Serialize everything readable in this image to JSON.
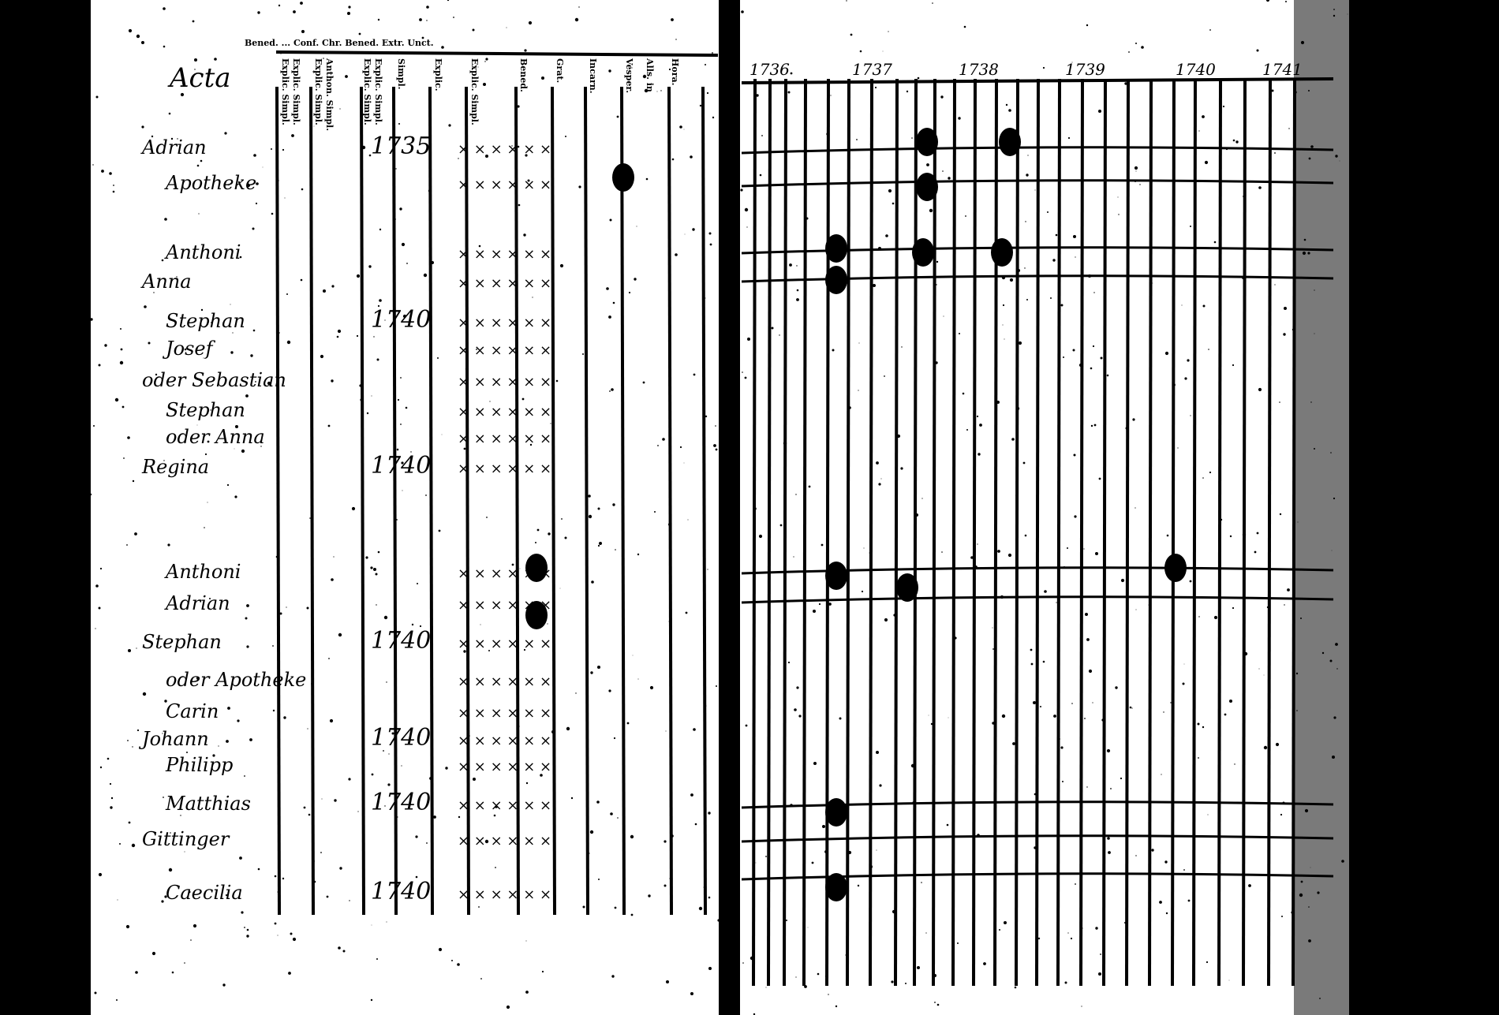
{
  "document": {
    "title_word": "Acta",
    "left_header": "Bened. ... Conf. Chr. Bened. Extr. Unct.",
    "left_column_headers": [
      "Explic. Simpl.",
      "Explic. Simpl.",
      "Explic. Simpl.",
      "Anthon. Simpl.",
      "Explic. Simpl.",
      "Explic. Simpl.",
      "Simpl.",
      "Explic.",
      "Explic. Simpl.",
      "Bened.",
      "Grat.",
      "Incarn.",
      "Vesper.",
      "Alls. in",
      "Hora."
    ],
    "right_header": [
      "1736",
      "1737",
      "1738",
      "1739",
      "1740",
      "1741"
    ],
    "entries": [
      {
        "name": "Adrian",
        "value": "1735"
      },
      {
        "name": "Apotheke",
        "value": ""
      },
      {
        "name": "Anthoni",
        "value": ""
      },
      {
        "name": "Anna",
        "value": ""
      },
      {
        "name": "Stephan",
        "value": "1740"
      },
      {
        "name": "Josef",
        "value": ""
      },
      {
        "name": "oder Sebastian",
        "value": ""
      },
      {
        "name": "Stephan",
        "value": ""
      },
      {
        "name": "oder Anna",
        "value": ""
      },
      {
        "name": "Regina",
        "value": "1740"
      },
      {
        "name": "Anthoni",
        "value": ""
      },
      {
        "name": "Adrian",
        "value": ""
      },
      {
        "name": "Stephan",
        "value": "1740"
      },
      {
        "name": "oder Apotheke",
        "value": ""
      },
      {
        "name": "Carin",
        "value": ""
      },
      {
        "name": "Johann",
        "value": "1740"
      },
      {
        "name": "Philipp",
        "value": ""
      },
      {
        "name": "Matthias",
        "value": "1740"
      },
      {
        "name": "Gittinger",
        "value": ""
      },
      {
        "name": "Caecilia",
        "value": "1740"
      }
    ]
  }
}
